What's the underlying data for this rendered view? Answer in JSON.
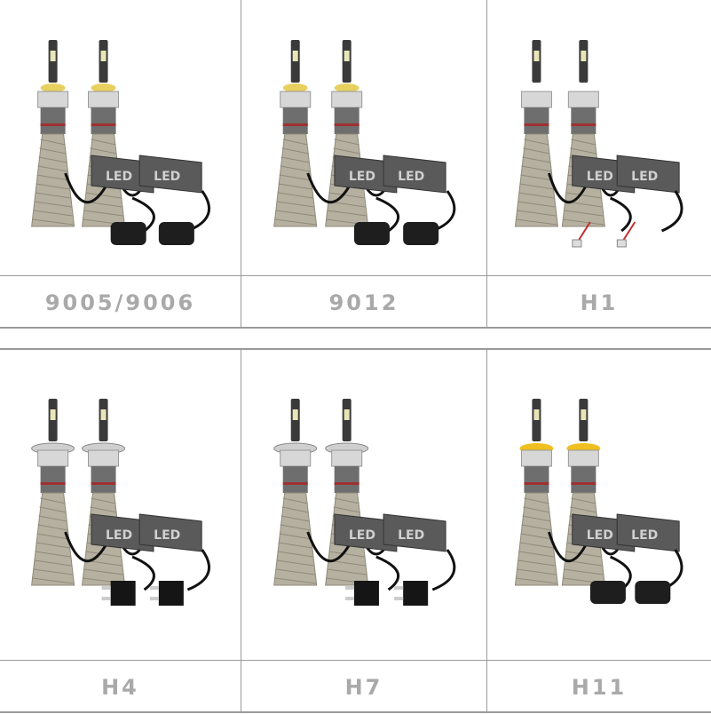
{
  "products": [
    {
      "label": "9005/9006",
      "connector": "socket",
      "collar": "yellow"
    },
    {
      "label": "9012",
      "connector": "socket",
      "collar": "yellow"
    },
    {
      "label": "H1",
      "connector": "wire",
      "collar": "none"
    },
    {
      "label": "H4",
      "connector": "h4plug",
      "collar": "flange"
    },
    {
      "label": "H7",
      "connector": "h7plug",
      "collar": "flange"
    },
    {
      "label": "H11",
      "connector": "socket",
      "collar": "yellowring"
    }
  ],
  "module_text": "LED",
  "colors": {
    "label": "#a9a9a9",
    "divider": "#9a9a9a",
    "braid": "#b5b0a0",
    "module": "#5a5a5a"
  }
}
